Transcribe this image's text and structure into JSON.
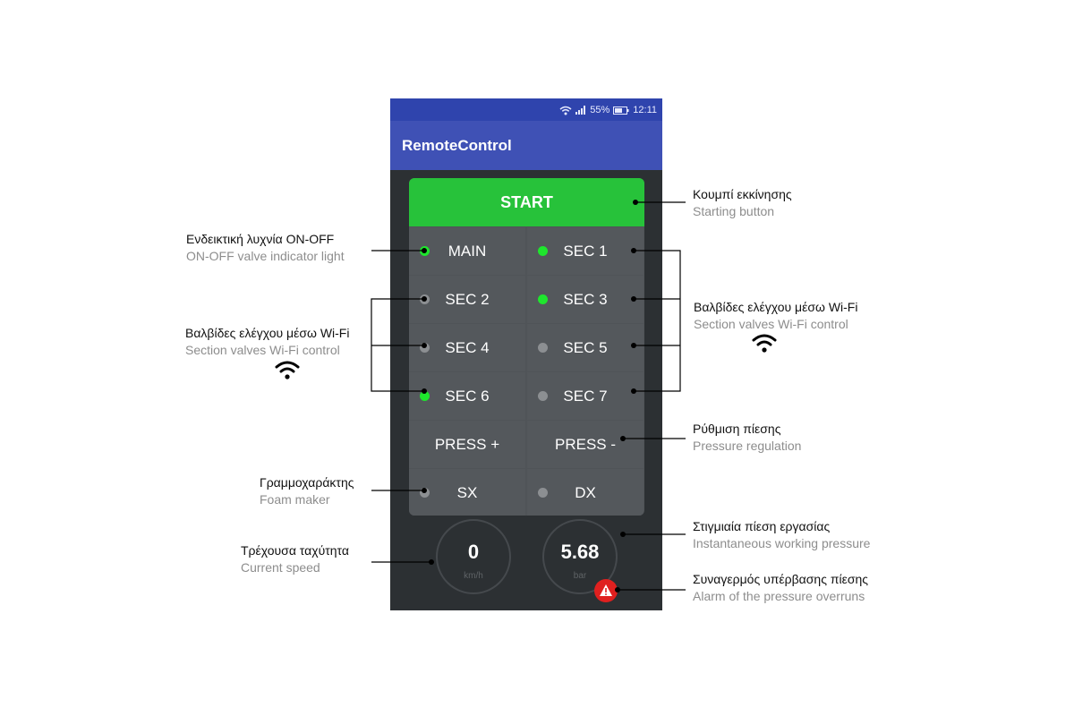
{
  "status_bar": {
    "battery": "55%",
    "time": "12:11"
  },
  "app": {
    "title": "RemoteControl"
  },
  "controls": {
    "start_label": "START",
    "cells": [
      {
        "label": "MAIN",
        "dot": "on"
      },
      {
        "label": "SEC 1",
        "dot": "on"
      },
      {
        "label": "SEC 2",
        "dot": "off"
      },
      {
        "label": "SEC 3",
        "dot": "on"
      },
      {
        "label": "SEC 4",
        "dot": "off"
      },
      {
        "label": "SEC 5",
        "dot": "off"
      },
      {
        "label": "SEC 6",
        "dot": "on"
      },
      {
        "label": "SEC 7",
        "dot": "off"
      },
      {
        "label": "PRESS +",
        "dot": "none"
      },
      {
        "label": "PRESS -",
        "dot": "none"
      },
      {
        "label": "SX",
        "dot": "off"
      },
      {
        "label": "DX",
        "dot": "off"
      }
    ]
  },
  "gauges": {
    "speed": {
      "value": "0",
      "unit": "km/h"
    },
    "pressure": {
      "value": "5.68",
      "unit": "bar"
    }
  },
  "annotations": {
    "start": {
      "gr": "Κουμπί εκκίνησης",
      "en": "Starting button"
    },
    "indicator": {
      "gr": "Ενδεικτική λυχνία ON-OFF",
      "en": "ON-OFF valve indicator light"
    },
    "valves_left": {
      "gr": "Βαλβίδες ελέγχου μέσω Wi-Fi",
      "en": "Section valves Wi-Fi control"
    },
    "valves_right": {
      "gr": "Βαλβίδες ελέγχου μέσω Wi-Fi",
      "en": "Section valves Wi-Fi control"
    },
    "pressure_reg": {
      "gr": "Ρύθμιση πίεσης",
      "en": "Pressure  regulation"
    },
    "foam": {
      "gr": "Γραμμοχαράκτης",
      "en": "Foam maker"
    },
    "speed": {
      "gr": "Τρέχουσα ταχύτητα",
      "en": "Current speed"
    },
    "working_pressure": {
      "gr": "Στιγμιαία πίεση εργασίας",
      "en": "Instantaneous working pressure"
    },
    "alarm": {
      "gr": "Συναγερμός υπέρβασης πίεσης",
      "en": "Alarm of the pressure overruns"
    }
  },
  "colors": {
    "app_bar": "#3f51b5",
    "status_bar": "#2f44ad",
    "start_button": "#27c23a",
    "indicator_on": "#1ee62d",
    "indicator_off": "#8c8f92",
    "alarm": "#e0201f"
  }
}
